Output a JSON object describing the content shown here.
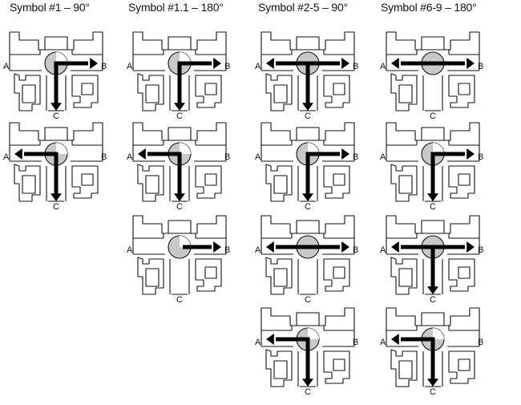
{
  "columns": [
    {
      "title": "Symbol #1 – 90°",
      "positions": [
        {
          "ball": "L",
          "paths": [
            "C-B"
          ]
        },
        {
          "ball": "L",
          "paths": [
            "A-C"
          ]
        }
      ]
    },
    {
      "title": "Symbol #1.1 – 180°",
      "positions": [
        {
          "ball": "L",
          "paths": [
            "C-B"
          ]
        },
        {
          "ball": "L",
          "paths": [
            "A-C"
          ]
        },
        {
          "ball": "L",
          "paths": [
            "B"
          ]
        }
      ]
    },
    {
      "title": "Symbol #2-5 – 90°",
      "positions": [
        {
          "ball": "T",
          "paths": [
            "A-B",
            "C"
          ]
        },
        {
          "ball": "L",
          "paths": [
            "C-B"
          ]
        },
        {
          "ball": "T",
          "paths": [
            "A-B"
          ]
        },
        {
          "ball": "L",
          "paths": [
            "A-C"
          ]
        }
      ]
    },
    {
      "title": "Symbol #6-9 – 180°",
      "positions": [
        {
          "ball": "T",
          "paths": [
            "A-B"
          ]
        },
        {
          "ball": "L",
          "paths": [
            "C-B"
          ]
        },
        {
          "ball": "T",
          "paths": [
            "A-B",
            "C"
          ]
        },
        {
          "ball": "L",
          "paths": [
            "A-C"
          ]
        }
      ]
    }
  ],
  "ports": {
    "a": "A",
    "b": "B",
    "c": "C"
  },
  "colors": {
    "line": "#111111",
    "ball": "#c8c8c8",
    "arrow": "#000000"
  }
}
